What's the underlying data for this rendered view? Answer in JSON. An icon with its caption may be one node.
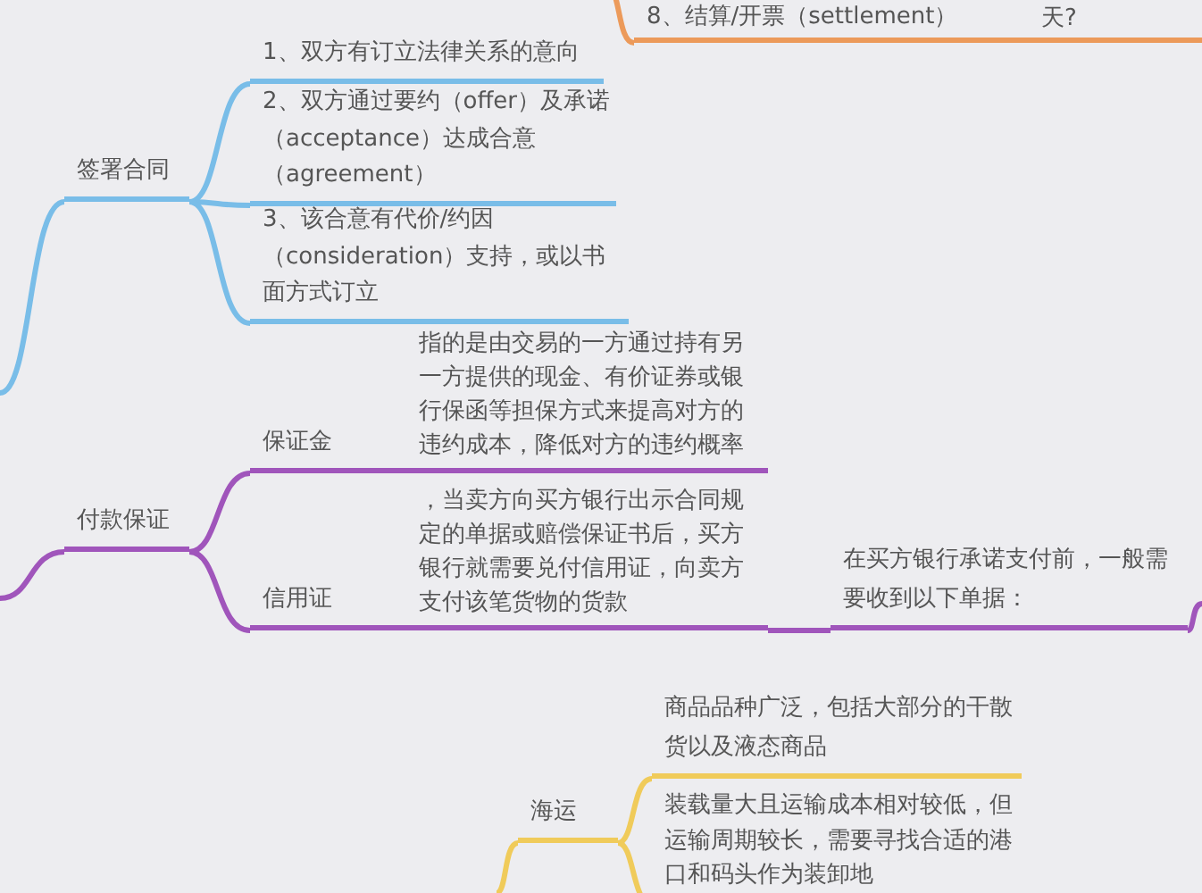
{
  "diagram": {
    "nodes": [
      {
        "text": [
          "8、结算/开票（settlement）"
        ]
      },
      {
        "text": [
          "签署合同"
        ]
      },
      {
        "text": [
          "1、双方有订立法律关系的意向"
        ]
      },
      {
        "text": [
          "2、双方通过要约（offer）及承诺（acceptance）达成合意（agreement）"
        ]
      },
      {
        "text": [
          "3、该合意有代价/约因（consideration）支持，或以书面方式订立"
        ]
      },
      {
        "text": [
          "付款保证"
        ]
      },
      {
        "text": [
          "保证金",
          "指的是由交易的一方通过持有另一方提供的现金、有价证券或银行保函等担保方式来提高对方的违约成本，降低对方的违约概率"
        ]
      },
      {
        "text": [
          "信用证",
          "，当卖方向买方银行出示合同规定的单据或赔偿保证书后，买方银行就需要兑付信用证，向卖方支付该笔货物的货款"
        ]
      },
      {
        "text": [
          "在买方银行承诺支付前，一般需要收到以下单据："
        ]
      },
      {
        "text": [
          "海运"
        ]
      },
      {
        "text": [
          "商品品种广泛，包括大部分的干散货以及液态商品"
        ]
      },
      {
        "text": [
          "装载量大且运输成本相对较低，但运输周期较长，需要寻找合适的港口和码头作为装卸地"
        ]
      }
    ],
    "edges": [
      {
        "from": null,
        "to": 0,
        "arrow": "none",
        "color": "#ec9a5a"
      },
      {
        "from": null,
        "to": 1,
        "arrow": "none",
        "color": "#79bde8"
      },
      {
        "from": 1,
        "to": 2,
        "arrow": "none",
        "color": "#79bde8"
      },
      {
        "from": 1,
        "to": 3,
        "arrow": "none",
        "color": "#79bde8"
      },
      {
        "from": 1,
        "to": 4,
        "arrow": "none",
        "color": "#79bde8"
      },
      {
        "from": null,
        "to": 5,
        "arrow": "none",
        "color": "#a055bb"
      },
      {
        "from": 5,
        "to": 6,
        "arrow": "none",
        "color": "#a055bb"
      },
      {
        "from": 5,
        "to": 7,
        "arrow": "none",
        "color": "#a055bb"
      },
      {
        "from": 7,
        "to": 8,
        "arrow": "none",
        "color": "#a055bb"
      },
      {
        "from": 8,
        "to": null,
        "arrow": "none",
        "color": "#a055bb"
      },
      {
        "from": null,
        "to": 9,
        "arrow": "none",
        "color": "#f0cb5a"
      },
      {
        "from": 9,
        "to": 10,
        "arrow": "none",
        "color": "#f0cb5a"
      },
      {
        "from": 9,
        "to": 11,
        "arrow": "none",
        "color": "#f0cb5a"
      }
    ],
    "labels": [
      "天?"
    ]
  }
}
